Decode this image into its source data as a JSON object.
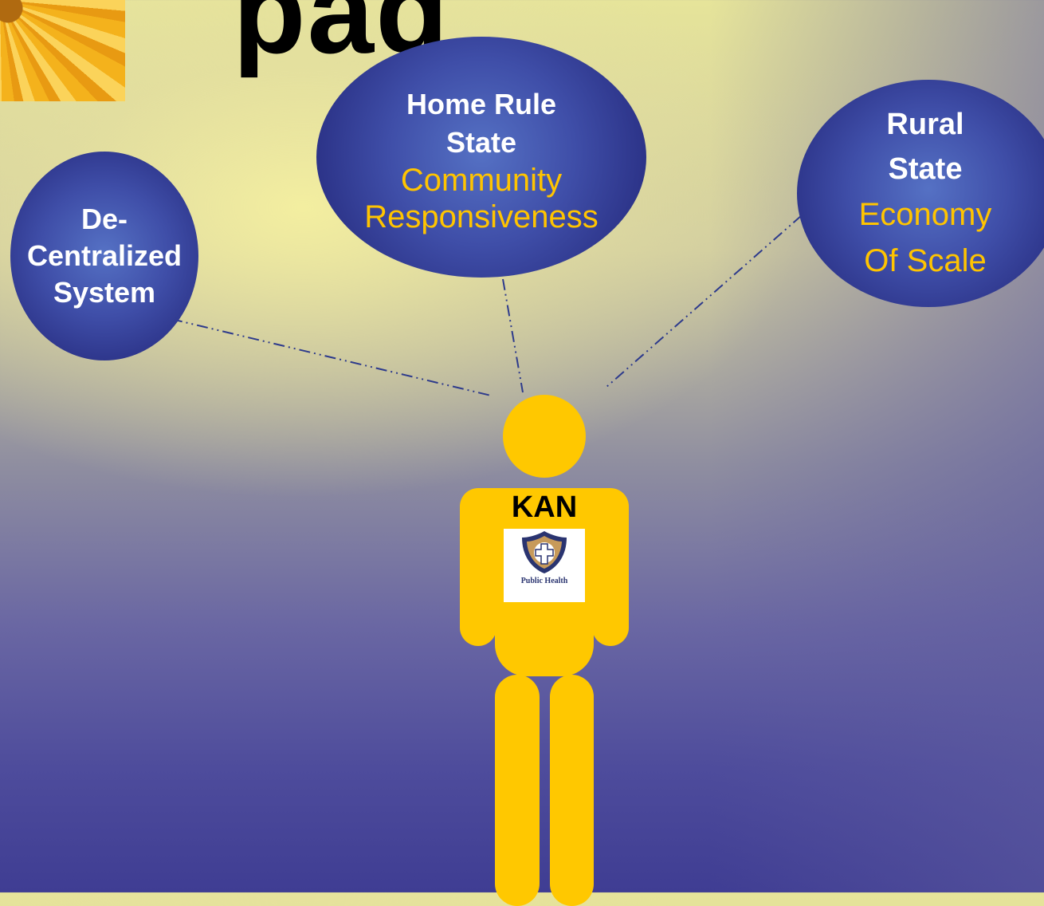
{
  "title_fragment": "pag",
  "nodes": {
    "decentralized": {
      "lines": [
        "De-",
        "Centralized",
        "System"
      ]
    },
    "home_rule": {
      "title_lines": [
        "Home Rule",
        "State"
      ],
      "sub_lines": [
        "Community",
        "Responsiveness"
      ]
    },
    "rural": {
      "title_lines": [
        "Rural",
        "State"
      ],
      "sub_lines": [
        "Economy",
        "Of Scale"
      ]
    }
  },
  "figure": {
    "label": "KAN",
    "badge_caption": "Public Health",
    "badge_icon": "public-health-shield-icon"
  },
  "colors": {
    "bubble": "#2c3388",
    "accent_yellow": "#ffc400",
    "figure": "#ffc800",
    "connector": "#2d3a8c"
  }
}
